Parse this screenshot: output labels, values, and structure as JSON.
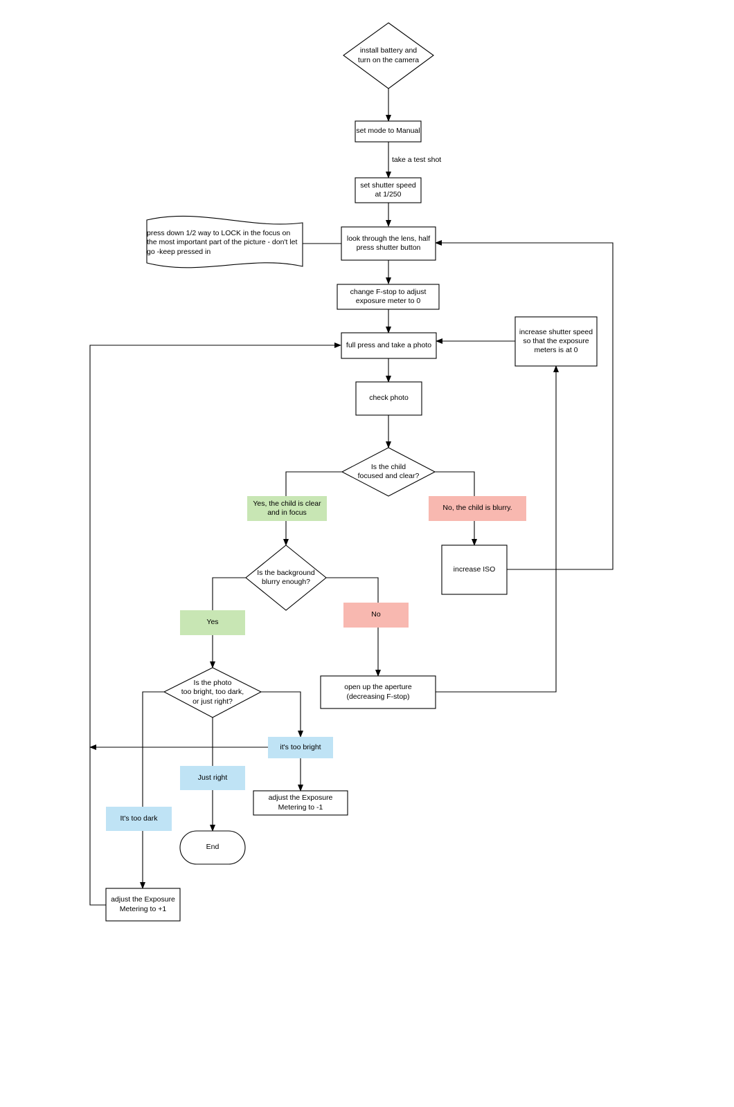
{
  "colors": {
    "yes_fill": "#c8e6b4",
    "no_fill": "#f8b8b0",
    "result_fill": "#bfe3f5",
    "stroke": "#000000"
  },
  "nodes": {
    "start": "install battery and\nturn on the camera",
    "mode": "set mode to Manual",
    "test_shot": "take a test shot",
    "shutter": "set shutter speed\nat 1/250",
    "look": "look through the lens, half\npress shutter button",
    "note": "press down 1/2 way to LOCK in the focus on\nthe most important part of the picture - don't let\ngo -keep pressed in",
    "fstop": "change F-stop to adjust\nexposure meter to 0",
    "full_press": "full press and take a photo",
    "increase_shutter": "increase shutter speed\nso that the exposure\nmeters is at 0",
    "check": "check photo",
    "focused_q": "Is the child\nfocused and clear?",
    "yes_clear": "Yes, the child is clear\nand in focus",
    "no_blurry": "No, the child is blurry.",
    "iso": "increase ISO",
    "bg_q": "Is the background\nblurry enough?",
    "bg_yes": "Yes",
    "bg_no": "No",
    "aperture": "open up the aperture\n(decreasing F-stop)",
    "bright_q": "Is the photo\ntoo bright, too dark,\nor just right?",
    "too_bright": "it's too bright",
    "just_right": "Just right",
    "too_dark": "It's too dark",
    "minus1": "adjust the Exposure\nMetering to -1",
    "end": "End",
    "plus1": "adjust the Exposure\nMetering to +1"
  }
}
